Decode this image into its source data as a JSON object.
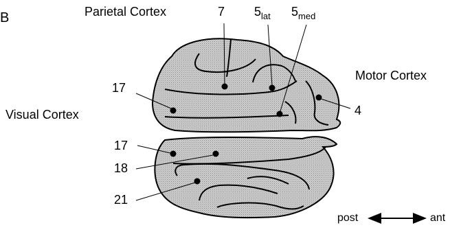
{
  "panel_letter": "B",
  "labels": {
    "parietal_cortex": "Parietal Cortex",
    "area_7": "7",
    "area_5lat_base": "5",
    "area_5lat_sub": "lat",
    "area_5med_base": "5",
    "area_5med_sub": "med",
    "motor_cortex": "Motor Cortex",
    "visual_cortex": "Visual Cortex",
    "area_17_dorsal": "17",
    "area_4": "4",
    "area_17_medial": "17",
    "area_18": "18",
    "area_21": "21"
  },
  "orientation": {
    "post": "post",
    "ant": "ant"
  },
  "colors": {
    "brain_fill": "#bdbdbd",
    "outline": "#000000"
  }
}
